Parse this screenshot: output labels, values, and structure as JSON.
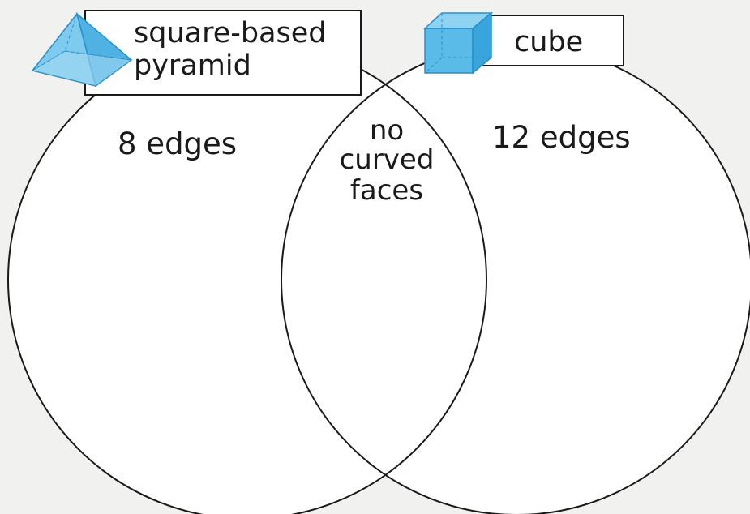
{
  "left_set": {
    "label_line1": "square-based",
    "label_line2": "pyramid",
    "region_text": "8 edges",
    "icon": "square-based-pyramid-icon"
  },
  "right_set": {
    "label": "cube",
    "region_text": "12 edges",
    "icon": "cube-icon"
  },
  "intersection": {
    "line1": "no",
    "line2": "curved",
    "line3": "faces"
  },
  "colors": {
    "shape_fill": "#5bbbe8",
    "shape_edge": "#2a8fc7",
    "outline": "#1a1a1a",
    "background": "#f1f1ef",
    "region_fill": "#ffffff"
  }
}
